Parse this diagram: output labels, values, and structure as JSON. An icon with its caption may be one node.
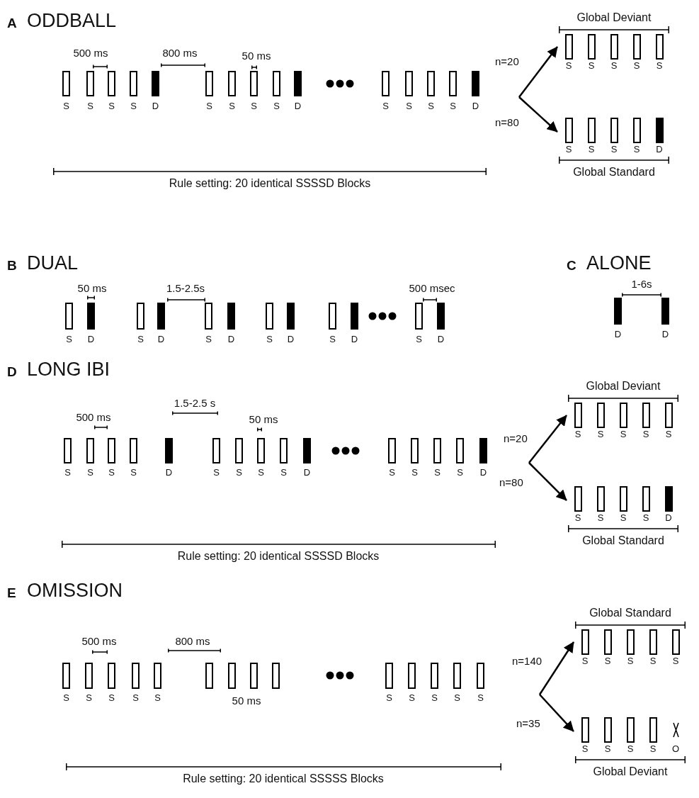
{
  "diagram": {
    "nodes": [
      {
        "text": [
          "Global Deviant",
          "S",
          "S",
          "S",
          "S",
          "S"
        ]
      },
      {
        "text": [
          "Global Standard",
          "S",
          "S",
          "S",
          "S",
          "D"
        ]
      },
      {
        "text": [
          "Global Deviant",
          "S",
          "S",
          "S",
          "S",
          "S"
        ]
      },
      {
        "text": [
          "Global Standard",
          "S",
          "S",
          "S",
          "S",
          "D"
        ]
      },
      {
        "text": [
          "Global Standard",
          "S",
          "S",
          "S",
          "S",
          "S"
        ]
      },
      {
        "text": [
          "Global Deviant",
          "S",
          "S",
          "S",
          "S",
          "O"
        ]
      }
    ],
    "edges": [
      {
        "from": null,
        "to": 0,
        "arrow": "to",
        "label": "n=20"
      },
      {
        "from": null,
        "to": 1,
        "arrow": "to",
        "label": "n=80"
      },
      {
        "from": null,
        "to": 2,
        "arrow": "to",
        "label": "n=20"
      },
      {
        "from": null,
        "to": 3,
        "arrow": "to",
        "label": "n=80"
      },
      {
        "from": null,
        "to": 4,
        "arrow": "to",
        "label": "n=140"
      },
      {
        "from": null,
        "to": 5,
        "arrow": "to",
        "label": "n=35"
      }
    ],
    "labels": [
      "A",
      "ODDBALL",
      "500 ms",
      "800 ms",
      "50 ms",
      "S",
      "S",
      "S",
      "S",
      "D",
      "S",
      "S",
      "S",
      "S",
      "D",
      "S",
      "S",
      "S",
      "S",
      "D",
      "Rule setting: 20 identical SSSSD Blocks",
      "B",
      "DUAL",
      "50 ms",
      "1.5-2.5s",
      "500 msec",
      "S",
      "D",
      "S",
      "D",
      "S",
      "D",
      "S",
      "D",
      "S",
      "D",
      "S",
      "D",
      "C",
      "ALONE",
      "1-6s",
      "D",
      "D",
      "D",
      "LONG IBI",
      "500 ms",
      "1.5-2.5 s",
      "50 ms",
      "S",
      "S",
      "S",
      "S",
      "D",
      "S",
      "S",
      "S",
      "S",
      "D",
      "S",
      "S",
      "S",
      "S",
      "D",
      "Rule setting: 20 identical SSSSD Blocks",
      "E",
      "OMISSION",
      "500 ms",
      "800 ms",
      "S",
      "S",
      "S",
      "S",
      "S",
      "50 ms",
      "S",
      "S",
      "S",
      "S",
      "S",
      "Rule setting: 20 identical SSSSS Blocks"
    ]
  }
}
